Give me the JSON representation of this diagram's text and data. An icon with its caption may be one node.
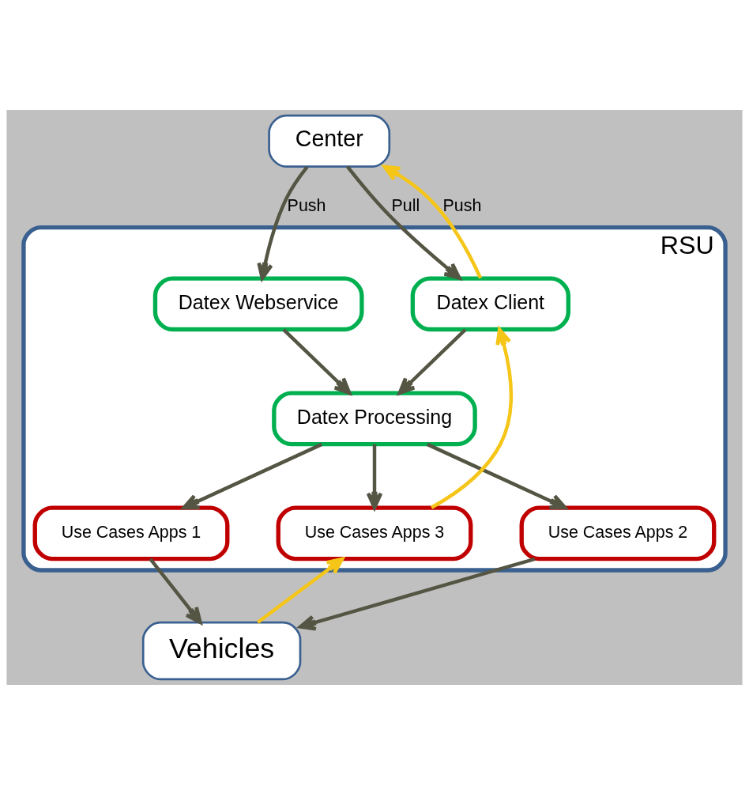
{
  "diagram": {
    "nodes": [
      {
        "text": [
          "Center"
        ]
      },
      {
        "text": [
          "RSU"
        ]
      },
      {
        "text": [
          "Datex Webservice"
        ],
        "in": 1
      },
      {
        "text": [
          "Datex Client"
        ],
        "in": 1
      },
      {
        "text": [
          "Datex Processing"
        ],
        "in": 1
      },
      {
        "text": [
          "Use Cases Apps 1"
        ],
        "in": 1
      },
      {
        "text": [
          "Use Cases Apps 2"
        ],
        "in": 1
      },
      {
        "text": [
          "Use Cases Apps 3"
        ],
        "in": 1
      },
      {
        "text": [
          "Vehicles"
        ]
      }
    ],
    "edges": [
      {
        "from": 0,
        "to": 2,
        "arrow": "to",
        "label": "Push"
      },
      {
        "from": 0,
        "to": 3,
        "arrow": "to",
        "label": "Pull"
      },
      {
        "from": 3,
        "to": 0,
        "arrow": "to",
        "label": "Push",
        "color": "#f5c518"
      },
      {
        "from": 2,
        "to": 4,
        "arrow": "to"
      },
      {
        "from": 3,
        "to": 4,
        "arrow": "to"
      },
      {
        "from": 4,
        "to": 5,
        "arrow": "to"
      },
      {
        "from": 4,
        "to": 6,
        "arrow": "to"
      },
      {
        "from": 4,
        "to": 7,
        "arrow": "to"
      },
      {
        "from": 7,
        "to": 3,
        "arrow": "to",
        "color": "#f5c518"
      },
      {
        "from": 5,
        "to": 8,
        "arrow": "to"
      },
      {
        "from": 6,
        "to": 8,
        "arrow": "to"
      },
      {
        "from": 8,
        "to": 7,
        "arrow": "to",
        "color": "#f5c518"
      }
    ]
  }
}
